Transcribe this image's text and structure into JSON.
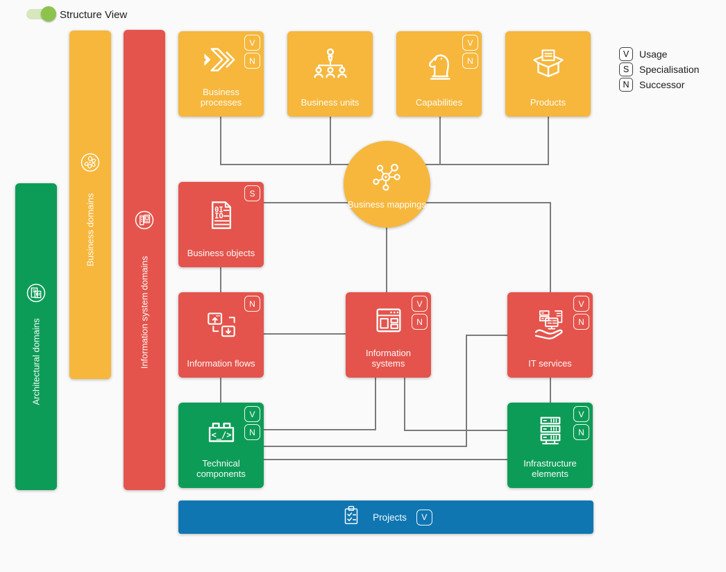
{
  "toggle": {
    "label": "Structure View",
    "state": "on"
  },
  "legend": [
    {
      "badge": "V",
      "label": "Usage"
    },
    {
      "badge": "S",
      "label": "Specialisation"
    },
    {
      "badge": "N",
      "label": "Successor"
    }
  ],
  "bars": {
    "architectural": {
      "label": "Architectural domains"
    },
    "business": {
      "label": "Business domains"
    },
    "information_system": {
      "label": "Information system domains"
    }
  },
  "nodes": {
    "business_processes": {
      "label": "Business processes",
      "badges": [
        "V",
        "N"
      ]
    },
    "business_units": {
      "label": "Business units",
      "badges": []
    },
    "capabilities": {
      "label": "Capabilities",
      "badges": [
        "V",
        "N"
      ]
    },
    "products": {
      "label": "Products",
      "badges": []
    },
    "business_mappings": {
      "label": "Business mappings",
      "badges": []
    },
    "business_objects": {
      "label": "Business objects",
      "badges": [
        "S"
      ]
    },
    "information_flows": {
      "label": "Information flows",
      "badges": [
        "N"
      ]
    },
    "information_systems": {
      "label": "Information systems",
      "badges": [
        "V",
        "N"
      ]
    },
    "it_services": {
      "label": "IT services",
      "badges": [
        "V",
        "N"
      ]
    },
    "technical_components": {
      "label": "Technical components",
      "badges": [
        "V",
        "N"
      ]
    },
    "infrastructure_elements": {
      "label": "Infrastructure elements",
      "badges": [
        "V",
        "N"
      ]
    },
    "projects": {
      "label": "Projects",
      "badges": [
        "V"
      ]
    }
  },
  "colors": {
    "yellow": "#F6B73C",
    "red": "#E4544C",
    "green": "#0D9C57",
    "blue": "#0F76B2",
    "line": "#7B7B7B",
    "background": "#FAFAFA",
    "toggle_track": "#D6E8BC",
    "toggle_knob": "#8CC34C"
  }
}
